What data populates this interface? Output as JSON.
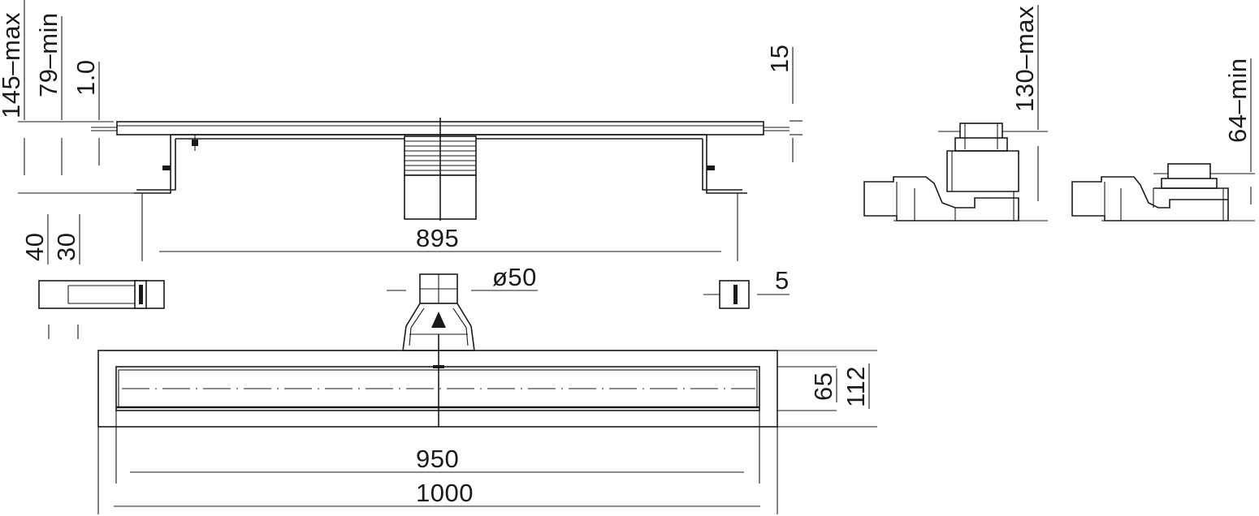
{
  "dimensions": {
    "front_max_height": "145–max",
    "front_min_height": "79–min",
    "grate_offset": "1.0",
    "flange_height": "15",
    "support_distance": "895",
    "end_height_40": "40",
    "end_height_30": "30",
    "outlet_diameter": "ø50",
    "end_wall": "5",
    "plan_width_65": "65",
    "plan_width_112": "112",
    "grate_length": "950",
    "total_length": "1000",
    "side_max_height": "130–max",
    "side_min_height": "64–min"
  },
  "colors": {
    "line": "#1a1a1a",
    "background": "#ffffff"
  }
}
